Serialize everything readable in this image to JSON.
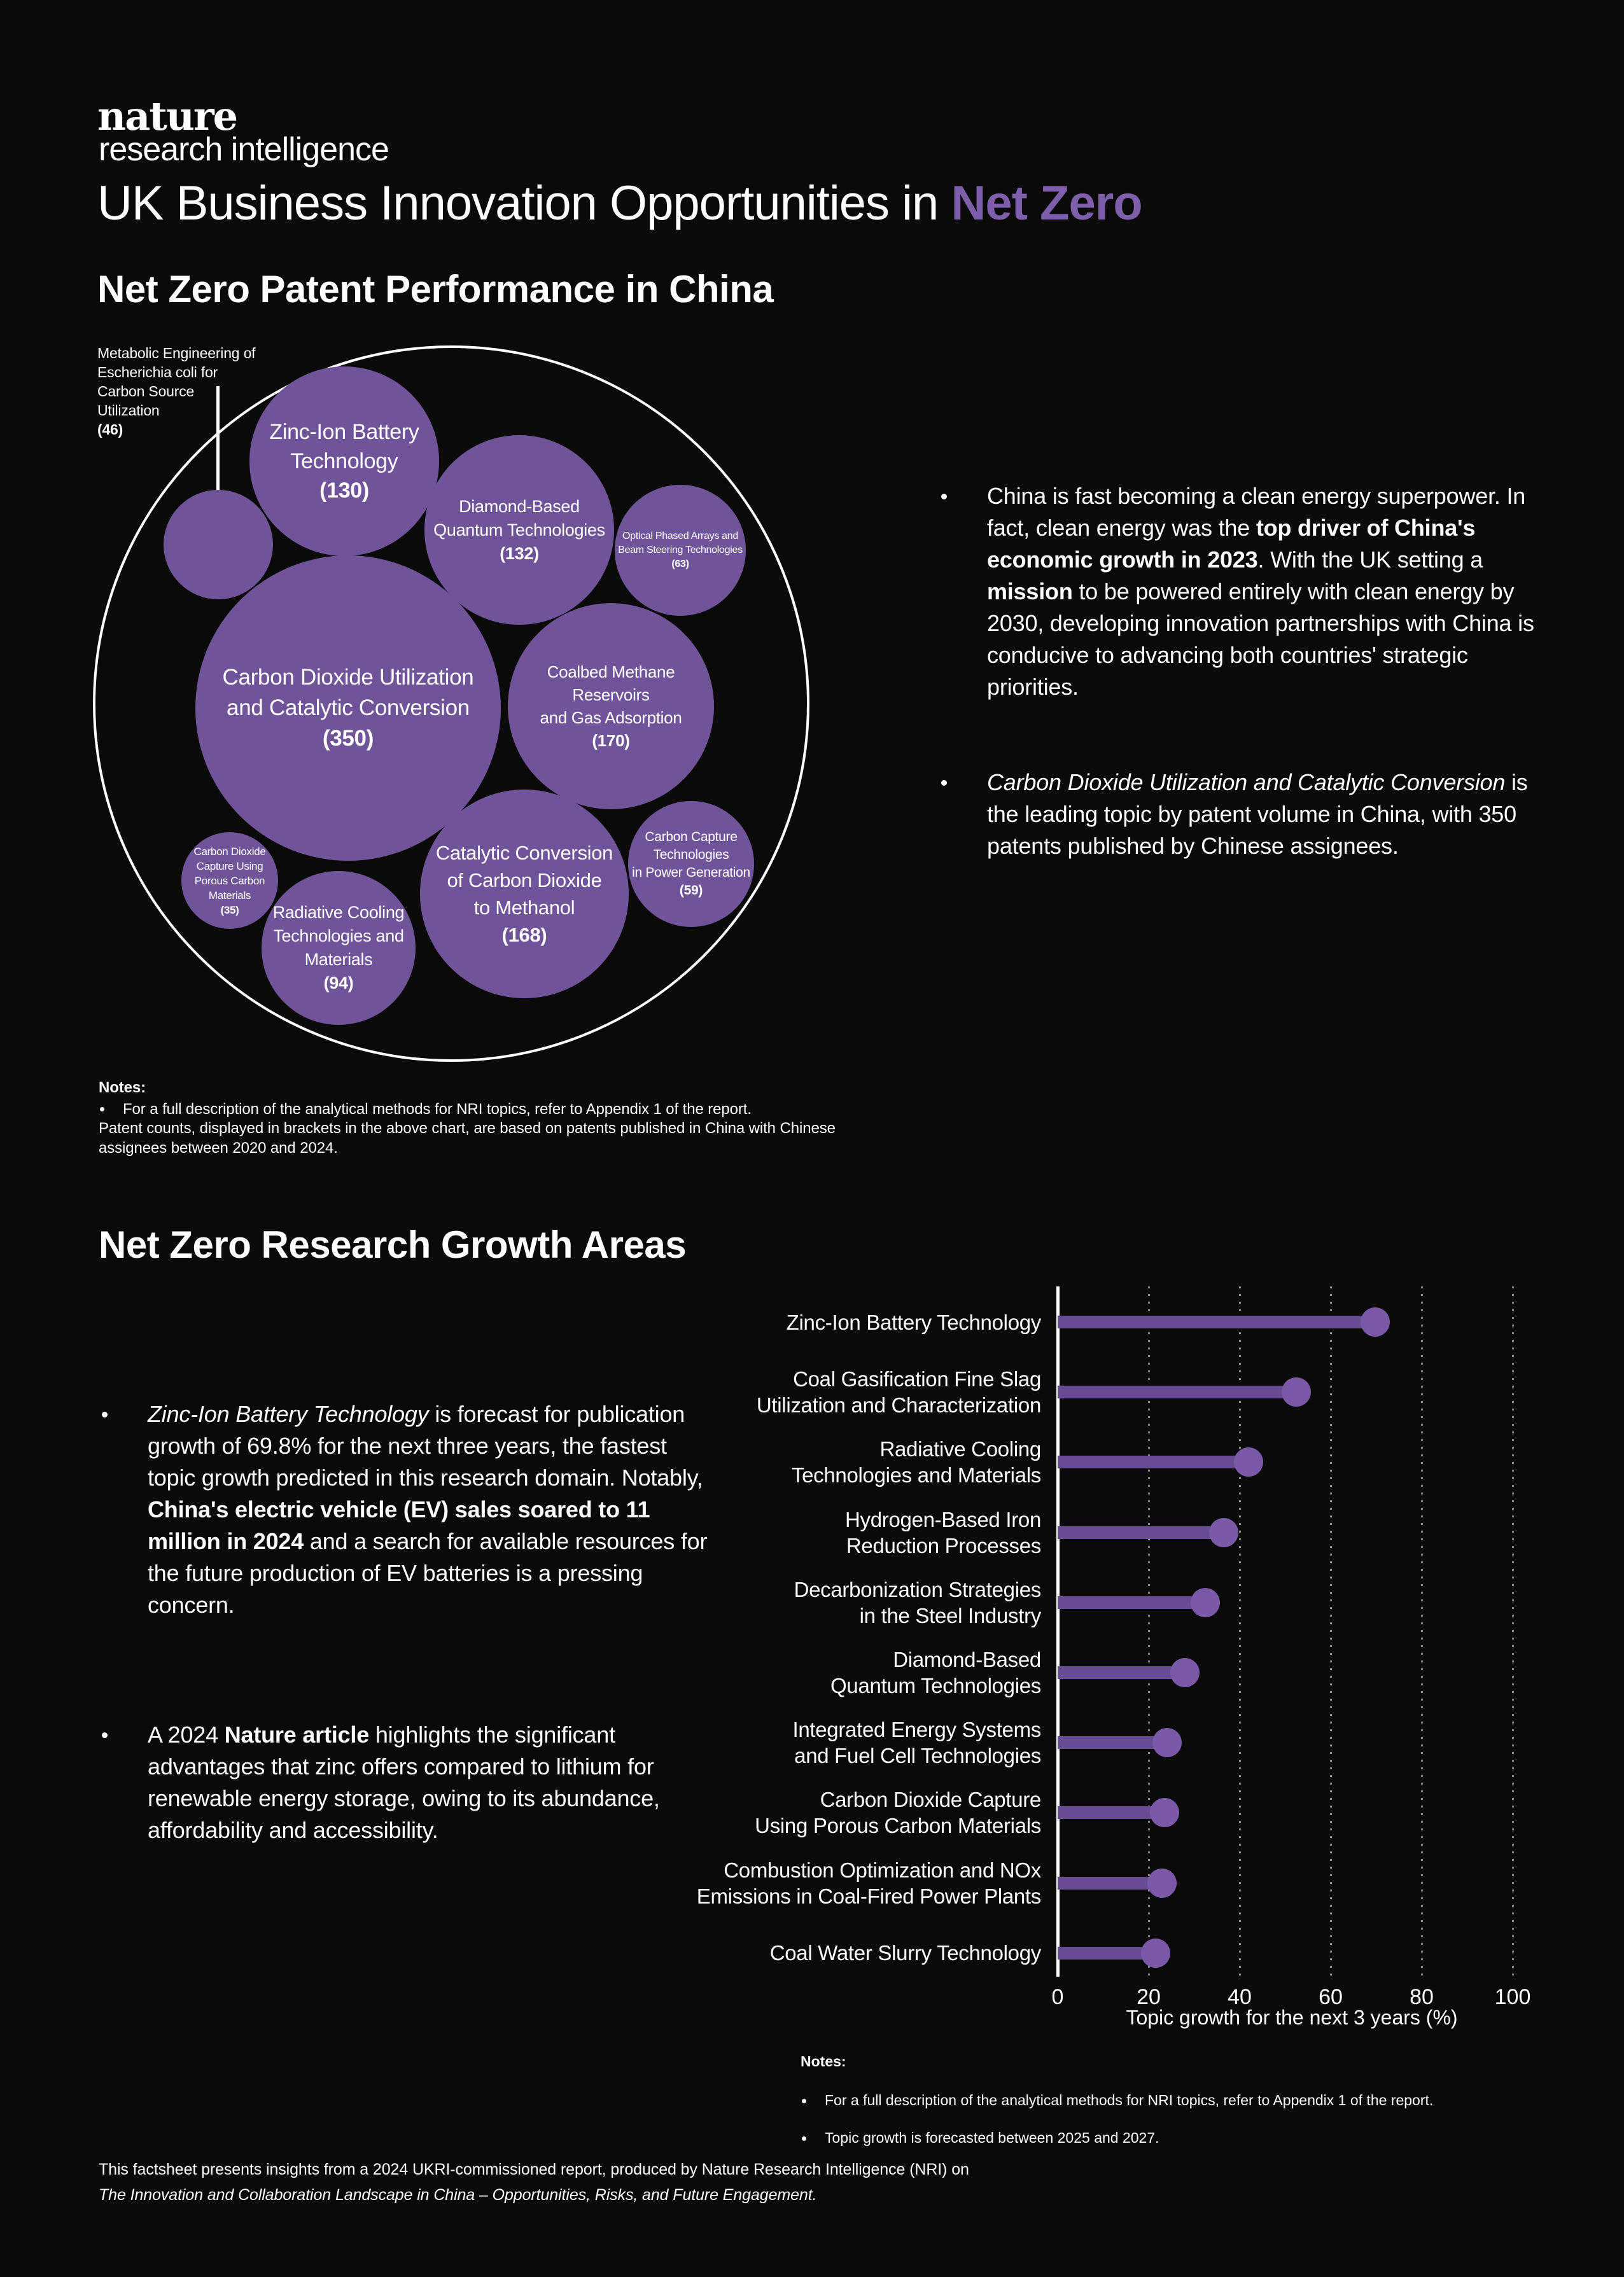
{
  "page": {
    "colors": {
      "background": "#0a0a08",
      "text": "#ffffff",
      "accent": "#7d5fab",
      "bubble": "#6f5499",
      "stem": "#674c93",
      "dot": "#7a5aa8",
      "grid": "#8a8a8a",
      "axis": "#ffffff"
    }
  },
  "header": {
    "logo_line1": "nature",
    "logo_line2": "research intelligence",
    "title_prefix": "UK Business Innovation Opportunities in ",
    "title_accent": "Net Zero"
  },
  "section1": {
    "heading": "Net Zero Patent Performance in China",
    "bullets": [
      {
        "segments": [
          {
            "t": "China is fast becoming a clean energy superpower. In fact, clean energy was the "
          },
          {
            "t": "top driver of China's economic growth in 2023",
            "b": true
          },
          {
            "t": ". With the UK setting a "
          },
          {
            "t": "mission",
            "b": true
          },
          {
            "t": " to be powered entirely with clean energy by 2030, developing innovation partnerships with China is conducive to advancing both countries' strategic priorities."
          }
        ]
      },
      {
        "segments": [
          {
            "t": "Carbon Dioxide Utilization and Catalytic Conversion",
            "i": true
          },
          {
            "t": " is the leading topic by patent volume in China, with 350 patents published by Chinese assignees."
          }
        ]
      }
    ],
    "notes": {
      "label": "Notes:",
      "bullet": "For a full description of the analytical methods for NRI topics, refer to Appendix 1 of the report.",
      "continuation": "Patent counts, displayed in brackets in the above chart, are based on patents published in China with Chinese assignees between 2020 and 2024."
    }
  },
  "section2": {
    "heading": "Net Zero Research Growth Areas",
    "bullets": [
      {
        "segments": [
          {
            "t": "Zinc-Ion Battery Technology",
            "i": true
          },
          {
            "t": " is forecast for publication growth of 69.8% for the next three years, the fastest topic growth predicted in this research domain. Notably, "
          },
          {
            "t": "China's electric vehicle (EV) sales soared to 11 million in 2024",
            "b": true
          },
          {
            "t": " and a search for available resources for the future production of EV batteries is a pressing concern."
          }
        ]
      },
      {
        "segments": [
          {
            "t": "A 2024 "
          },
          {
            "t": "Nature article",
            "b": true
          },
          {
            "t": " highlights the significant advantages that zinc offers compared to lithium for renewable energy storage, owing to its abundance, affordability and accessibility."
          }
        ]
      }
    ],
    "notes": {
      "label": "Notes:",
      "bullets": [
        "For a full description of the analytical methods for NRI topics, refer to Appendix 1 of the report.",
        "Topic growth is forecasted between 2025 and 2027."
      ]
    }
  },
  "chart_data": [
    {
      "type": "bubble",
      "title": "Net Zero Patent Performance in China",
      "value_meaning": "patent count, shown in brackets",
      "items": [
        {
          "id": "carbon-dioxide-utilization",
          "label": "Carbon Dioxide Utilization and Catalytic Conversion",
          "value": 350,
          "lines": [
            "Carbon Dioxide Utilization",
            "and Catalytic Conversion"
          ],
          "cx": 547,
          "cy": 1113,
          "r": 240,
          "fs": 35,
          "lh": 48
        },
        {
          "id": "zinc-ion-battery",
          "label": "Zinc-Ion Battery Technology",
          "value": 130,
          "lines": [
            "Zinc-Ion Battery",
            "Technology"
          ],
          "cx": 541,
          "cy": 725,
          "r": 149,
          "fs": 34,
          "lh": 46
        },
        {
          "id": "diamond-quantum",
          "label": "Diamond-Based Quantum Technologies",
          "value": 132,
          "lines": [
            "Diamond-Based",
            "Quantum Technologies"
          ],
          "cx": 816,
          "cy": 833,
          "r": 149,
          "fs": 27,
          "lh": 37
        },
        {
          "id": "optical-phased-arrays",
          "label": "Optical Phased Arrays and Beam Steering Technologies",
          "value": 63,
          "lines": [
            "Optical Phased Arrays and",
            "Beam Steering Technologies"
          ],
          "cx": 1069,
          "cy": 865,
          "r": 103,
          "fs": 16,
          "lh": 22
        },
        {
          "id": "coalbed-methane",
          "label": "Coalbed Methane Reservoirs and Gas Adsorption",
          "value": 170,
          "lines": [
            "Coalbed Methane Reservoirs",
            "and Gas Adsorption"
          ],
          "cx": 960,
          "cy": 1110,
          "r": 162,
          "fs": 26,
          "lh": 36
        },
        {
          "id": "carbon-capture-power",
          "label": "Carbon Capture Technologies in Power Generation",
          "value": 59,
          "lines": [
            "Carbon Capture",
            "Technologies",
            "in Power Generation"
          ],
          "cx": 1086,
          "cy": 1358,
          "r": 99,
          "fs": 21,
          "lh": 28
        },
        {
          "id": "catalytic-methanol",
          "label": "Catalytic Conversion of Carbon Dioxide to Methanol",
          "value": 168,
          "lines": [
            "Catalytic Conversion",
            "of Carbon Dioxide",
            "to Methanol"
          ],
          "cx": 824,
          "cy": 1405,
          "r": 164,
          "fs": 31,
          "lh": 43
        },
        {
          "id": "radiative-cooling",
          "label": "Radiative Cooling Technologies and Materials",
          "value": 94,
          "lines": [
            "Radiative Cooling",
            "Technologies and",
            "Materials"
          ],
          "cx": 532,
          "cy": 1490,
          "r": 121,
          "fs": 27,
          "lh": 37
        },
        {
          "id": "porous-carbon-capture",
          "label": "Carbon Dioxide Capture Using Porous Carbon Materials",
          "value": 35,
          "lines": [
            "Carbon Dioxide",
            "Capture Using",
            "Porous Carbon",
            "Materials"
          ],
          "cx": 361,
          "cy": 1384,
          "r": 76,
          "fs": 17,
          "lh": 23
        },
        {
          "id": "metabolic-engineering",
          "label": "Metabolic Engineering of Escherichia coli for Carbon Source Utilization",
          "value": 46,
          "cx": 343,
          "cy": 856,
          "r": 86,
          "callout": [
            "Metabolic Engineering of",
            "Escherichia coli for",
            "Carbon Source",
            "Utilization"
          ]
        }
      ]
    },
    {
      "type": "lollipop",
      "categories": [
        [
          "Zinc-Ion Battery Technology"
        ],
        [
          "Coal Gasification Fine Slag",
          "Utilization and Characterization"
        ],
        [
          "Radiative Cooling",
          "Technologies and Materials"
        ],
        [
          "Hydrogen-Based Iron",
          "Reduction Processes"
        ],
        [
          "Decarbonization Strategies",
          "in the Steel Industry"
        ],
        [
          "Diamond-Based",
          "Quantum Technologies"
        ],
        [
          "Integrated Energy Systems",
          "and Fuel Cell Technologies"
        ],
        [
          "Carbon Dioxide Capture",
          "Using Porous Carbon Materials"
        ],
        [
          "Combustion Optimization and NOx",
          "Emissions in Coal-Fired Power Plants"
        ],
        [
          "Coal Water Slurry Technology"
        ]
      ],
      "values": [
        69.8,
        52.5,
        42,
        36.5,
        32.5,
        28,
        24,
        23.5,
        23,
        21.5
      ],
      "xlabel": "Topic growth for the next 3 years (%)",
      "xlim": [
        0,
        100
      ],
      "xticks": [
        0,
        20,
        40,
        60,
        80,
        100
      ],
      "grid": "dotted-vertical",
      "legend": "none"
    }
  ],
  "footer": {
    "line1": "This factsheet presents insights from a 2024 UKRI-commissioned report, produced by Nature Research Intelligence (NRI) on",
    "line2": "The Innovation and Collaboration Landscape in China – Opportunities, Risks, and Future Engagement."
  }
}
